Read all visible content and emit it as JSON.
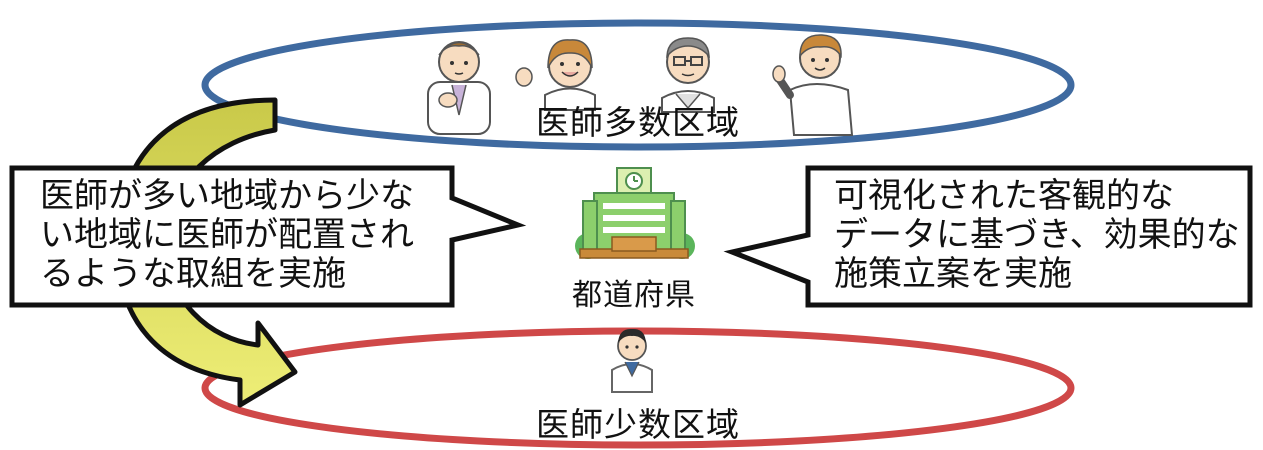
{
  "regions": {
    "many": {
      "label": "医師多数区域",
      "color": "#3f6aa0"
    },
    "few": {
      "label": "医師少数区域",
      "color": "#cf4848"
    }
  },
  "left_bubble": {
    "lines": [
      "医師が多い地域から少な",
      "い地域に医師が配置され",
      "るような取組を実施"
    ]
  },
  "right_bubble": {
    "lines": [
      "可視化された客観的な",
      "データに基づき、効果的な",
      "施策立案を実施"
    ]
  },
  "center": {
    "label": "都道府県"
  },
  "arrow": {
    "color": "#d8d858"
  },
  "icons": [
    "doctor-icon",
    "nurse-icon",
    "glasses-doctor-icon",
    "waving-doctor-icon",
    "lone-doctor-icon",
    "prefecture-office-icon"
  ]
}
